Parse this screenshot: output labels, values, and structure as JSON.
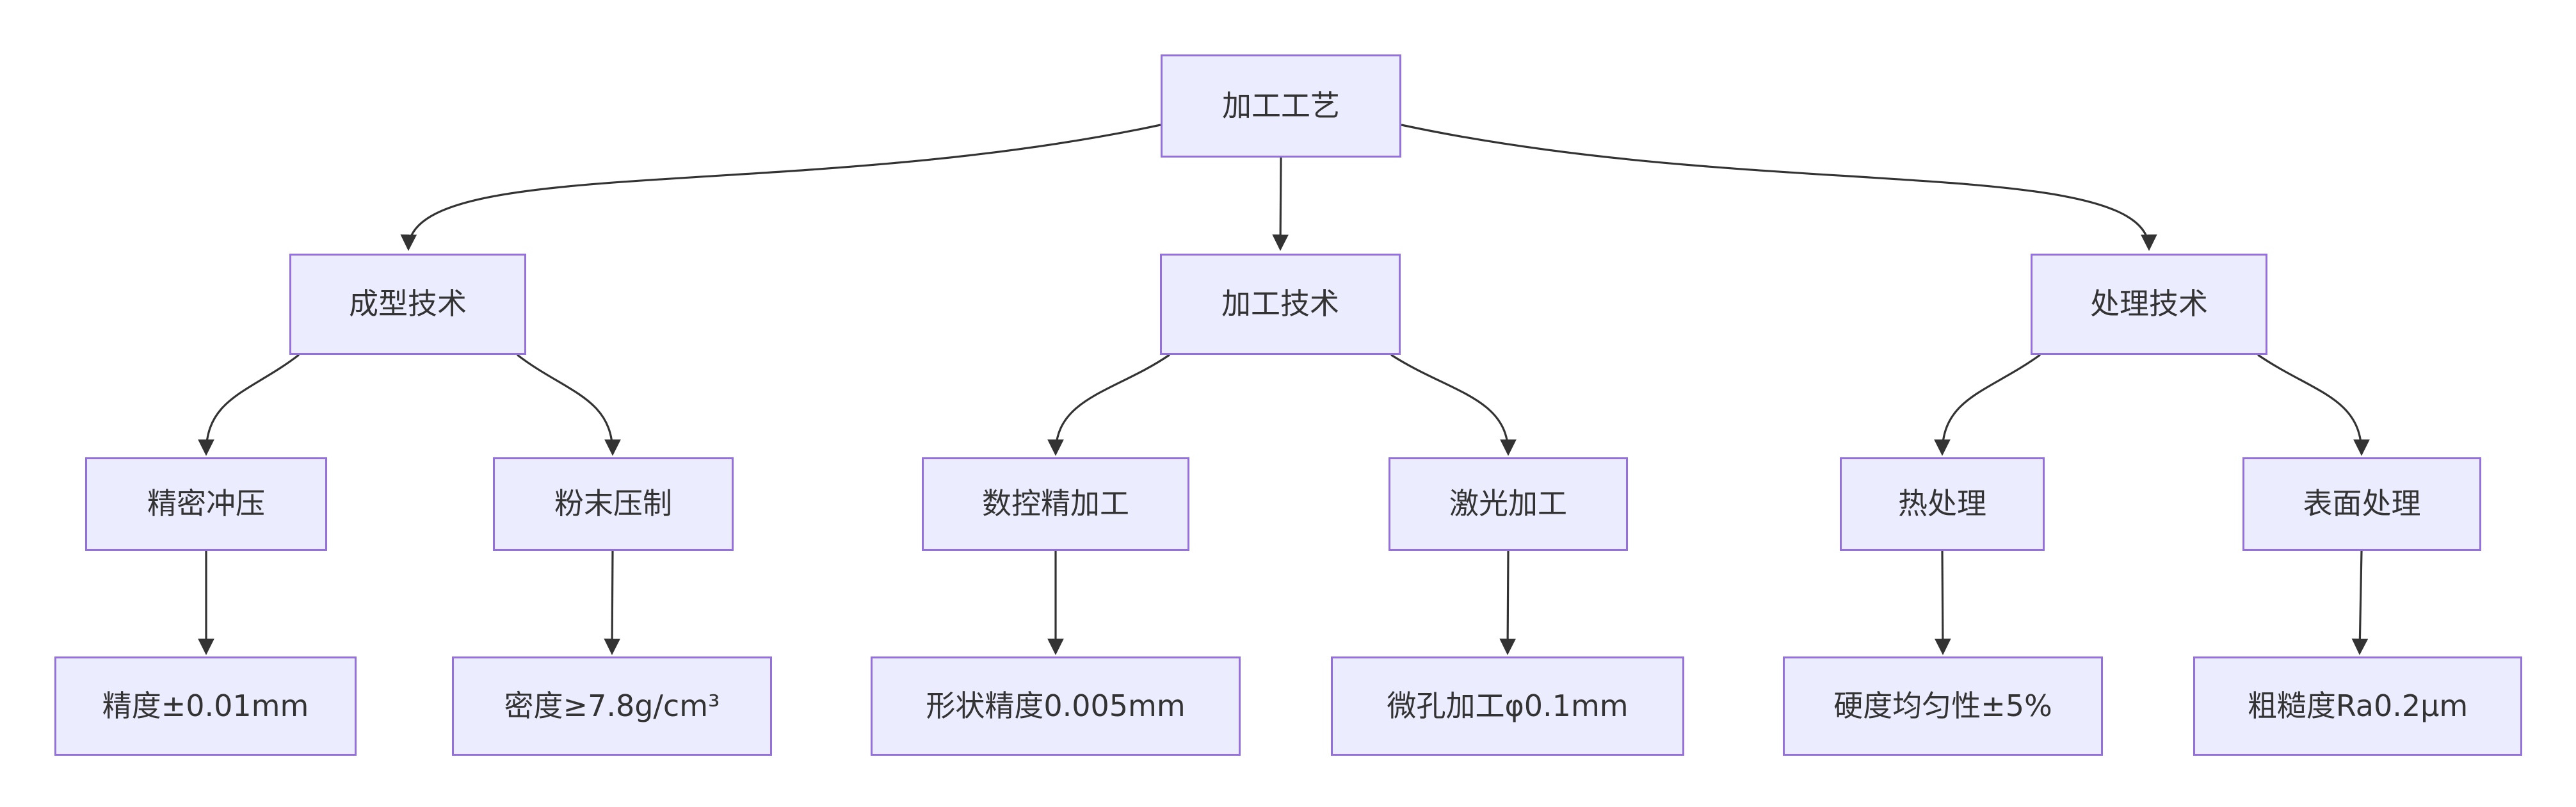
{
  "diagram": {
    "type": "flowchart-top-down",
    "background": "#ffffff",
    "node_fill": "#ECECFF",
    "node_border": "#9370DB",
    "edge_color": "#333333",
    "text_color": "#333333"
  },
  "nodes": {
    "root": {
      "label": "加工工艺"
    },
    "forming": {
      "label": "成型技术"
    },
    "machining": {
      "label": "加工技术"
    },
    "treatment": {
      "label": "处理技术"
    },
    "stamping": {
      "label": "精密冲压"
    },
    "powder": {
      "label": "粉末压制"
    },
    "cnc": {
      "label": "数控精加工"
    },
    "laser": {
      "label": "激光加工"
    },
    "heat": {
      "label": "热处理"
    },
    "surface": {
      "label": "表面处理"
    },
    "stamping_spec": {
      "label": "精度±0.01mm"
    },
    "powder_spec": {
      "label": "密度≥7.8g/cm³"
    },
    "cnc_spec": {
      "label": "形状精度0.005mm"
    },
    "laser_spec": {
      "label": "微孔加工φ0.1mm"
    },
    "heat_spec": {
      "label": "硬度均匀性±5%"
    },
    "surface_spec": {
      "label": "粗糙度Ra0.2μm"
    }
  },
  "edges": [
    {
      "from": "root",
      "to": "forming"
    },
    {
      "from": "root",
      "to": "machining"
    },
    {
      "from": "root",
      "to": "treatment"
    },
    {
      "from": "forming",
      "to": "stamping"
    },
    {
      "from": "forming",
      "to": "powder"
    },
    {
      "from": "machining",
      "to": "cnc"
    },
    {
      "from": "machining",
      "to": "laser"
    },
    {
      "from": "treatment",
      "to": "heat"
    },
    {
      "from": "treatment",
      "to": "surface"
    },
    {
      "from": "stamping",
      "to": "stamping_spec"
    },
    {
      "from": "powder",
      "to": "powder_spec"
    },
    {
      "from": "cnc",
      "to": "cnc_spec"
    },
    {
      "from": "laser",
      "to": "laser_spec"
    },
    {
      "from": "heat",
      "to": "heat_spec"
    },
    {
      "from": "surface",
      "to": "surface_spec"
    }
  ]
}
